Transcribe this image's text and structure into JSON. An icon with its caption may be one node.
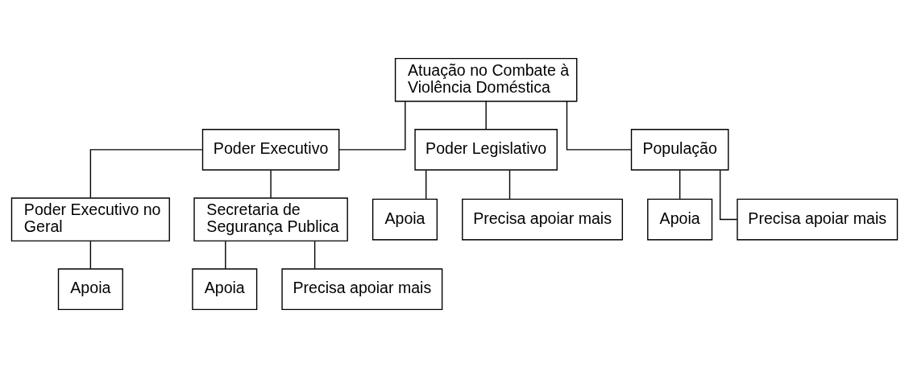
{
  "diagram": {
    "nodes": [
      {
        "text": [
          "Atuação no Combate à Violência Doméstica"
        ]
      },
      {
        "text": [
          "Poder Executivo"
        ]
      },
      {
        "text": [
          "Poder Legislativo"
        ]
      },
      {
        "text": [
          "População"
        ]
      },
      {
        "text": [
          "Poder Executivo no Geral"
        ]
      },
      {
        "text": [
          "Secretaria de Segurança Publica"
        ]
      },
      {
        "text": [
          "Apoia"
        ]
      },
      {
        "text": [
          "Apoia"
        ]
      },
      {
        "text": [
          "Precisa apoiar mais"
        ]
      },
      {
        "text": [
          "Apoia"
        ]
      },
      {
        "text": [
          "Precisa apoiar mais"
        ]
      },
      {
        "text": [
          "Apoia"
        ]
      },
      {
        "text": [
          "Precisa apoiar mais"
        ]
      }
    ],
    "edges": [
      {
        "from": 0,
        "to": 1,
        "arrow": "none"
      },
      {
        "from": 0,
        "to": 2,
        "arrow": "none"
      },
      {
        "from": 0,
        "to": 3,
        "arrow": "none"
      },
      {
        "from": 1,
        "to": 4,
        "arrow": "none"
      },
      {
        "from": 1,
        "to": 5,
        "arrow": "none"
      },
      {
        "from": 4,
        "to": 6,
        "arrow": "none"
      },
      {
        "from": 5,
        "to": 7,
        "arrow": "none"
      },
      {
        "from": 5,
        "to": 8,
        "arrow": "none"
      },
      {
        "from": 2,
        "to": 9,
        "arrow": "none"
      },
      {
        "from": 2,
        "to": 10,
        "arrow": "none"
      },
      {
        "from": 3,
        "to": 11,
        "arrow": "none"
      },
      {
        "from": 3,
        "to": 12,
        "arrow": "none"
      }
    ]
  }
}
